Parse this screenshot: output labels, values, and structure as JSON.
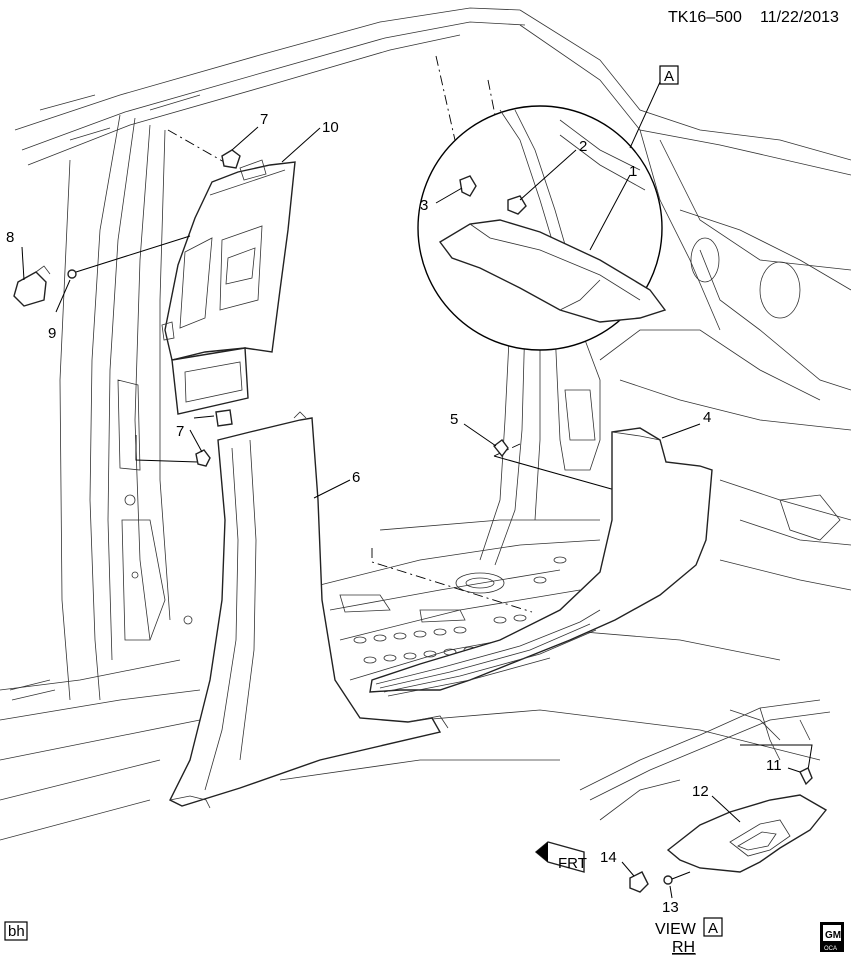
{
  "header": {
    "diagram_id": "TK16–500",
    "date": "11/22/2013"
  },
  "view_box_letter": "A",
  "view_caption": {
    "view": "VIEW",
    "letter": "A",
    "side": "RH"
  },
  "corner_tag": "bh",
  "gm_logo": {
    "line1": "GM",
    "line2": "OCA"
  },
  "fwd_arrow": "FRT",
  "callouts": {
    "c1": "1",
    "c2": "2",
    "c3": "3",
    "c4": "4",
    "c5": "5",
    "c6": "6",
    "c7a": "7",
    "c7b": "7",
    "c8": "8",
    "c9": "9",
    "c10": "10",
    "c11": "11",
    "c12": "12",
    "c13": "13",
    "c14": "14"
  }
}
